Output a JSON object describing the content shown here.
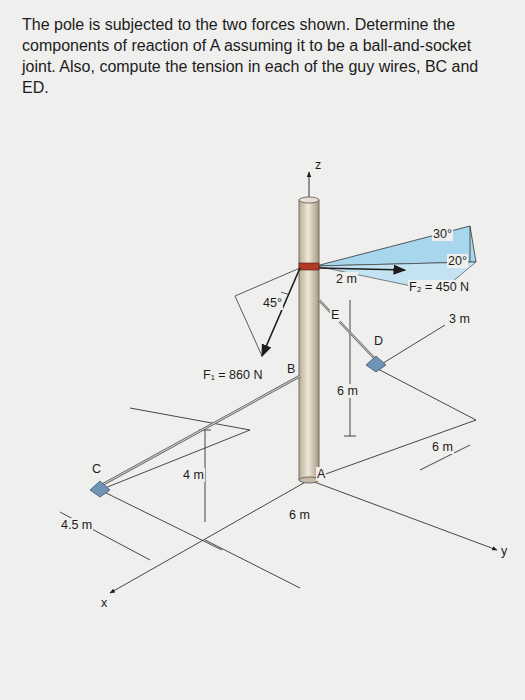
{
  "diagram": {
    "labels": [
      "The pole is subjected to the two forces shown. Determine the components of reaction of A assuming it to be a ball-and-socket joint. Also, compute the tension in each of the guy wires, BC and ED.",
      "z",
      "30°",
      "20°",
      "2 m",
      "F₂ = 450 N",
      "45°",
      "E",
      "D",
      "3 m",
      "F₁ = 860 N",
      "B",
      "6 m",
      "6 m",
      "C",
      "4 m",
      "A",
      "6 m",
      "4.5 m",
      "x",
      "y"
    ]
  }
}
